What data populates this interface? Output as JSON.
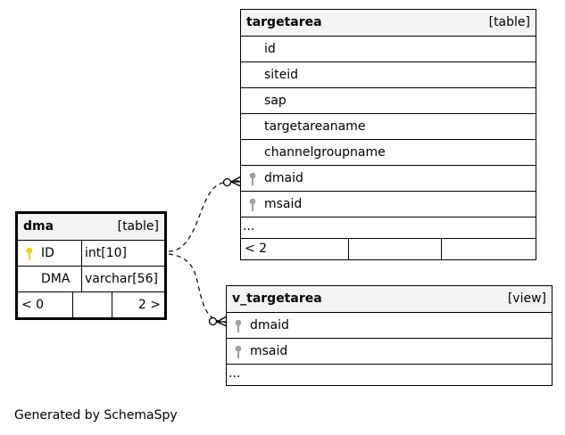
{
  "tables": {
    "targetarea": {
      "name": "targetarea",
      "kind": "[table]",
      "columns": [
        "id",
        "siteid",
        "sap",
        "targetareaname",
        "channelgroupname",
        "dmaid",
        "msaid"
      ],
      "ellipsis": "...",
      "nav_left": "< 2"
    },
    "dma": {
      "name": "dma",
      "kind": "[table]",
      "columns": [
        {
          "name": "ID",
          "type": "int[10]"
        },
        {
          "name": "DMA",
          "type": "varchar[56]"
        }
      ],
      "nav_left": "< 0",
      "nav_right": "2 >"
    },
    "v_targetarea": {
      "name": "v_targetarea",
      "kind": "[view]",
      "columns": [
        "dmaid",
        "msaid"
      ],
      "ellipsis": "..."
    }
  },
  "footer": "Generated by SchemaSpy",
  "colors": {
    "primary_key": "#e6d800",
    "foreign_key": "#a0a0a0",
    "header_bg": "#f4f4f4"
  }
}
